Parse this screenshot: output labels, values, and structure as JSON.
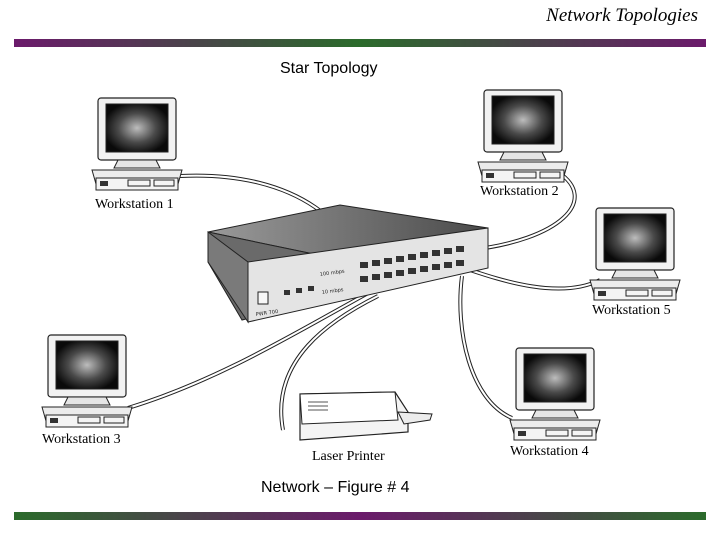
{
  "header": {
    "title": "Network Topologies"
  },
  "subtitle": "Star Topology",
  "caption": "Network – Figure # 4",
  "labels": {
    "ws1": "Workstation 1",
    "ws2": "Workstation 2",
    "ws3": "Workstation 3",
    "ws4": "Workstation 4",
    "ws5": "Workstation 5",
    "printer": "Laser Printer"
  },
  "hub": {
    "speed_100": "100 mbps",
    "speed_10": "10 mbps",
    "pwr": "PWR 700"
  },
  "colors": {
    "bar_purple": "#6b1a6b",
    "bar_green": "#2b6b2b"
  }
}
